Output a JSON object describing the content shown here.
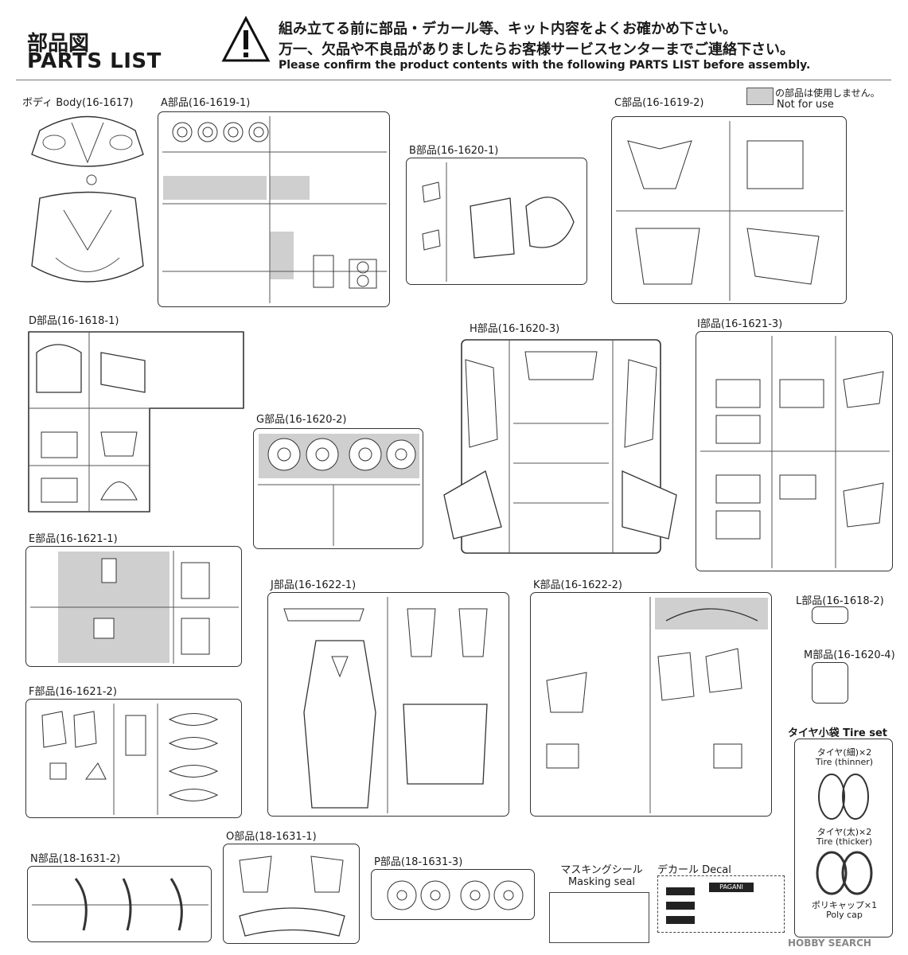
{
  "header": {
    "title_jp": "部品図",
    "title_en": "PARTS LIST",
    "warning_jp_1": "組み立てる前に部品・デカール等、キット内容をよくお確かめ下さい。",
    "warning_jp_2": "万一、欠品や不良品がありましたらお客様サービスセンターまでご連絡下さい。",
    "warning_en": "Please confirm the product contents with the following PARTS LIST before assembly."
  },
  "legend": {
    "jp": "の部品は使用しません。",
    "en": "Not for use",
    "swatch_color": "#cfcfcf"
  },
  "sprues": {
    "body": "ボディ Body(16-1617)",
    "a": "A部品(16-1619-1)",
    "b": "B部品(16-1620-1)",
    "c": "C部品(16-1619-2)",
    "d": "D部品(16-1618-1)",
    "g": "G部品(16-1620-2)",
    "h": "H部品(16-1620-3)",
    "i": "I部品(16-1621-3)",
    "e": "E部品(16-1621-1)",
    "f": "F部品(16-1621-2)",
    "j": "J部品(16-1622-1)",
    "k": "K部品(16-1622-2)",
    "l": "L部品(16-1618-2)",
    "m": "M部品(16-1620-4)",
    "n": "N部品(18-1631-2)",
    "o": "O部品(18-1631-1)",
    "p": "P部品(18-1631-3)"
  },
  "tires": {
    "title": "タイヤ小袋 Tire set",
    "thin_jp": "タイヤ(細)×2",
    "thin_en": "Tire (thinner)",
    "thick_jp": "タイヤ(太)×2",
    "thick_en": "Tire (thicker)",
    "cap_jp": "ポリキャップ×1",
    "cap_en": "Poly cap"
  },
  "masking": {
    "jp": "マスキングシール",
    "en": "Masking seal"
  },
  "decal": {
    "title": "デカール Decal",
    "brand": "PAGANI"
  },
  "watermark": "HOBBY SEARCH"
}
